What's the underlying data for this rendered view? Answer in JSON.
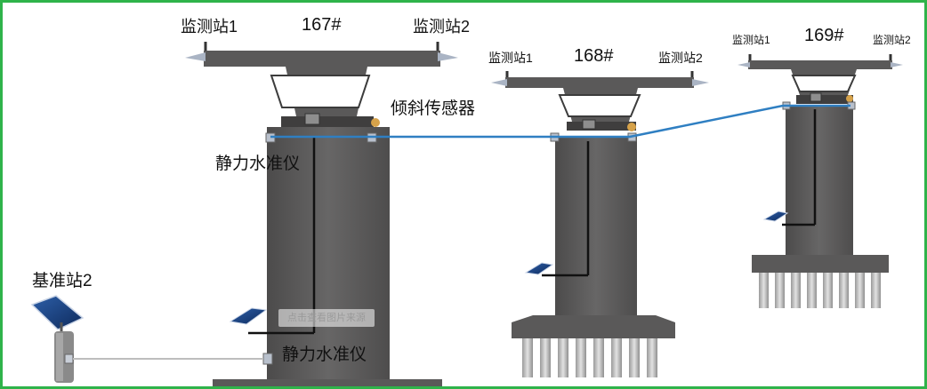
{
  "piers": [
    {
      "name": "167#",
      "station_left": "监测站1",
      "station_right": "监测站2"
    },
    {
      "name": "168#",
      "station_left": "监测站1",
      "station_right": "监测站2"
    },
    {
      "name": "169#",
      "station_left": "监测站1",
      "station_right": "监测站2"
    }
  ],
  "labels": {
    "tilt_sensor": "倾斜传感器",
    "level_upper": "静力水准仪",
    "level_lower": "静力水准仪",
    "base_station": "基准站2"
  },
  "watermark": "点击查看图片来源",
  "colors": {
    "concrete": "#5c5b5b",
    "water_pipe": "#2f7fc2",
    "cable": "#111111",
    "frame_border": "#2fb34a"
  }
}
